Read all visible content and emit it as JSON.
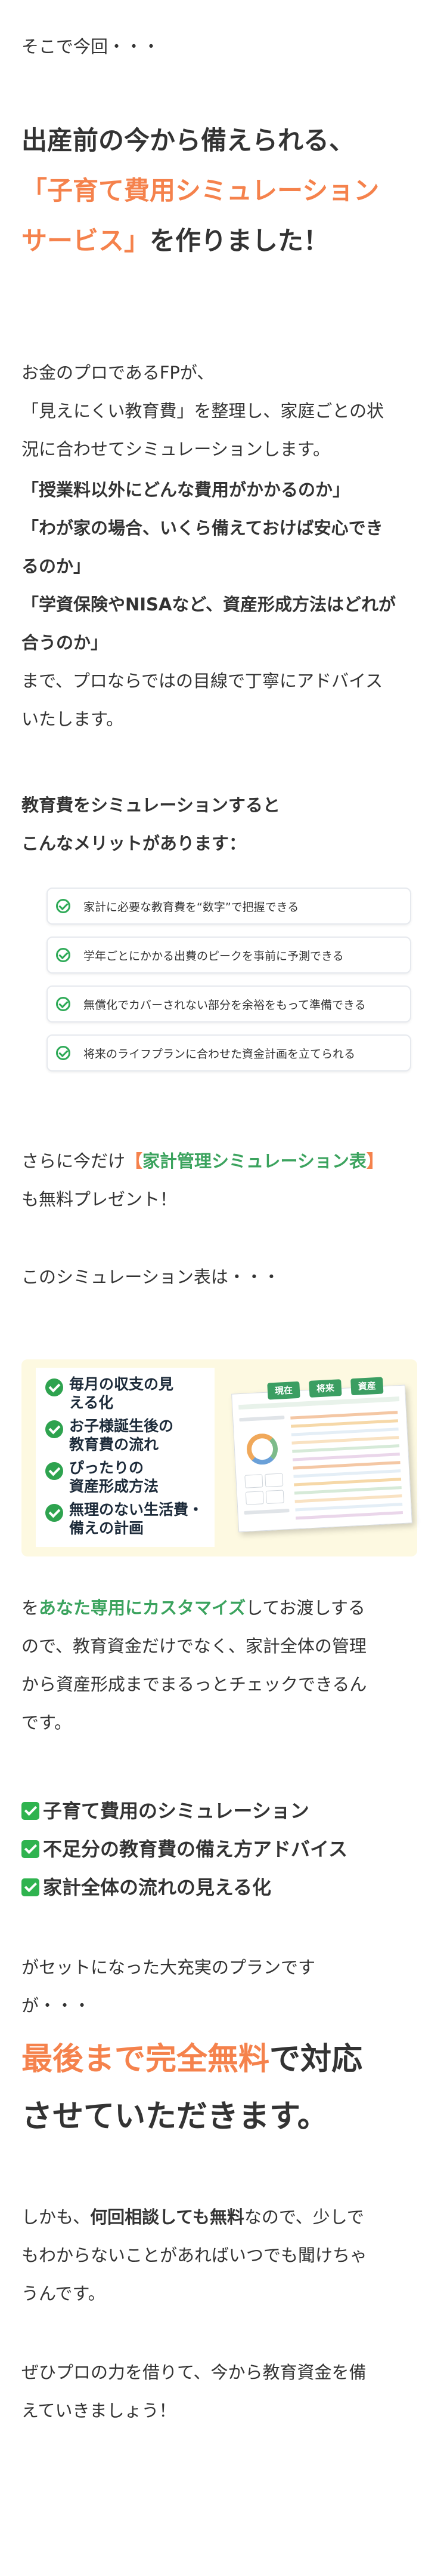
{
  "intro": {
    "text": "そこで今回・・・"
  },
  "headline": {
    "line1": "出産前の今から備えられる、",
    "line2": "「子育て費用シミュレーション",
    "line3_orange": "サービス」",
    "line3_rest": "を作りました！"
  },
  "desc": {
    "line1": "お金のプロであるFPが、",
    "line2": "「見えにくい教育費」を整理し、家庭ごとの状",
    "line3": "況に合わせてシミュレーションします。"
  },
  "questions": {
    "q1": "「授業料以外にどんな費用がかかるのか」",
    "q2a": "「わが家の場合、いくら備えておけば安心でき",
    "q2b": "るのか」",
    "q3a": "「学資保険やNISAなど、資産形成方法はどれが",
    "q3b": "合うのか」",
    "after1": "まで、プロならではの目線で丁寧にアドバイス",
    "after2": "いたします。"
  },
  "merit": {
    "line1": "教育費をシミュレーションすると",
    "line2": "こんなメリットがあります：",
    "items": [
      "家計に必要な教育費を“数字”で把握できる",
      "学年ごとにかかる出費のピークを事前に予測できる",
      "無償化でカバーされない部分を余裕をもって準備できる",
      "将来のライフプランに合わせた資金計画を立てられる"
    ]
  },
  "present": {
    "pre": "さらに今だけ",
    "open": "【",
    "name": "家計管理シミュレーション表",
    "close": "】",
    "line2": "も無料プレゼント！",
    "line3": "このシミュレーション表は・・・"
  },
  "banner": {
    "items": [
      [
        "毎月の収支の見",
        "える化"
      ],
      [
        "お子様誕生後の",
        "教育費の流れ"
      ],
      [
        "ぴったりの",
        "資産形成方法"
      ],
      [
        "無理のない生活費・",
        "備えの計画"
      ]
    ],
    "tags": [
      "現在",
      "将来",
      "資産"
    ],
    "colors": {
      "accent_green": "#2ea34f",
      "background": "#fdf9e1"
    }
  },
  "custom": {
    "pre": "を",
    "highlight": "あなた専用にカスタマイズ",
    "line1_rest": "してお渡しする",
    "line2": "ので、教育資金だけでなく、家計全体の管理",
    "line3": "から資産形成までまるっとチェックできるん",
    "line4": "です。"
  },
  "checks": [
    "子育て費用のシミュレーション",
    "不足分の教育費の備え方アドバイス",
    "家計全体の流れの見える化"
  ],
  "plan": {
    "line1": "がセットになった大充実のプランです",
    "line2": "が・・・"
  },
  "free": {
    "orange": "最後まで完全無料",
    "rest1": "で対応",
    "line2": "させていただきます。"
  },
  "closing": {
    "l1_pre": "しかも、",
    "l1_bold": "何回相談しても無料",
    "l1_rest": "なので、少しで",
    "l2": "もわからないことがあればいつでも聞けちゃ",
    "l3": "うんです。",
    "l4": "ぜひプロの力を借りて、今から教育資金を備",
    "l5": "えていきましょう！"
  },
  "colors": {
    "orange": "#f5824c",
    "green_text": "#3ba35e",
    "text": "#333333"
  }
}
